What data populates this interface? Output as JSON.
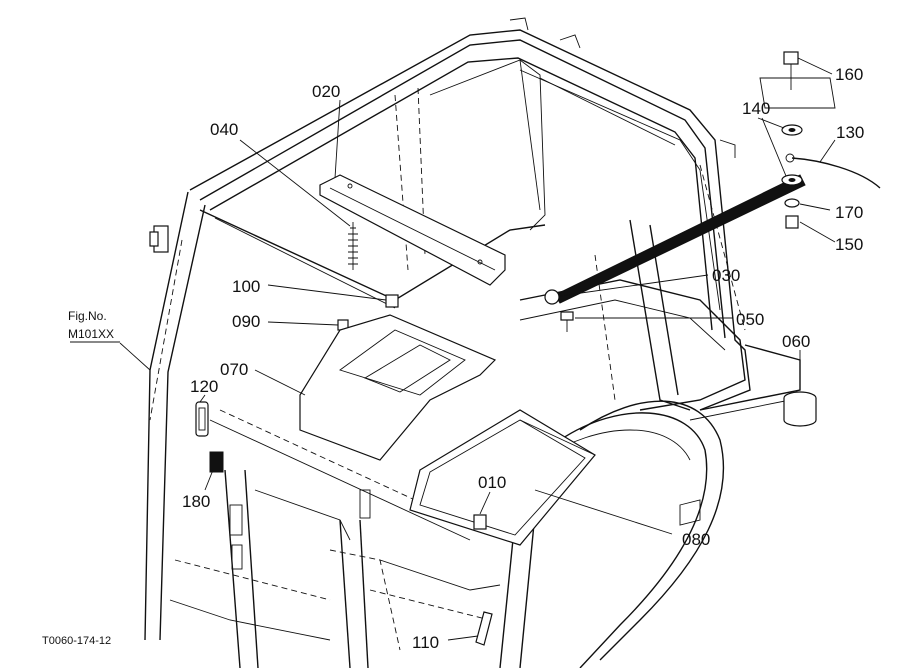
{
  "figure": {
    "fig_label": "Fig.No.",
    "fig_number": "M101XX",
    "drawing_code": "T0060-174-12"
  },
  "parts": [
    {
      "key": "p020",
      "label": "020"
    },
    {
      "key": "p040",
      "label": "040"
    },
    {
      "key": "p100",
      "label": "100"
    },
    {
      "key": "p090",
      "label": "090"
    },
    {
      "key": "p070",
      "label": "070"
    },
    {
      "key": "p120",
      "label": "120"
    },
    {
      "key": "p180",
      "label": "180"
    },
    {
      "key": "p010",
      "label": "010"
    },
    {
      "key": "p080",
      "label": "080"
    },
    {
      "key": "p110",
      "label": "110"
    },
    {
      "key": "p030",
      "label": "030"
    },
    {
      "key": "p050",
      "label": "050"
    },
    {
      "key": "p060",
      "label": "060"
    },
    {
      "key": "p160",
      "label": "160"
    },
    {
      "key": "p140",
      "label": "140"
    },
    {
      "key": "p130",
      "label": "130"
    },
    {
      "key": "p170",
      "label": "170"
    },
    {
      "key": "p150",
      "label": "150"
    }
  ]
}
